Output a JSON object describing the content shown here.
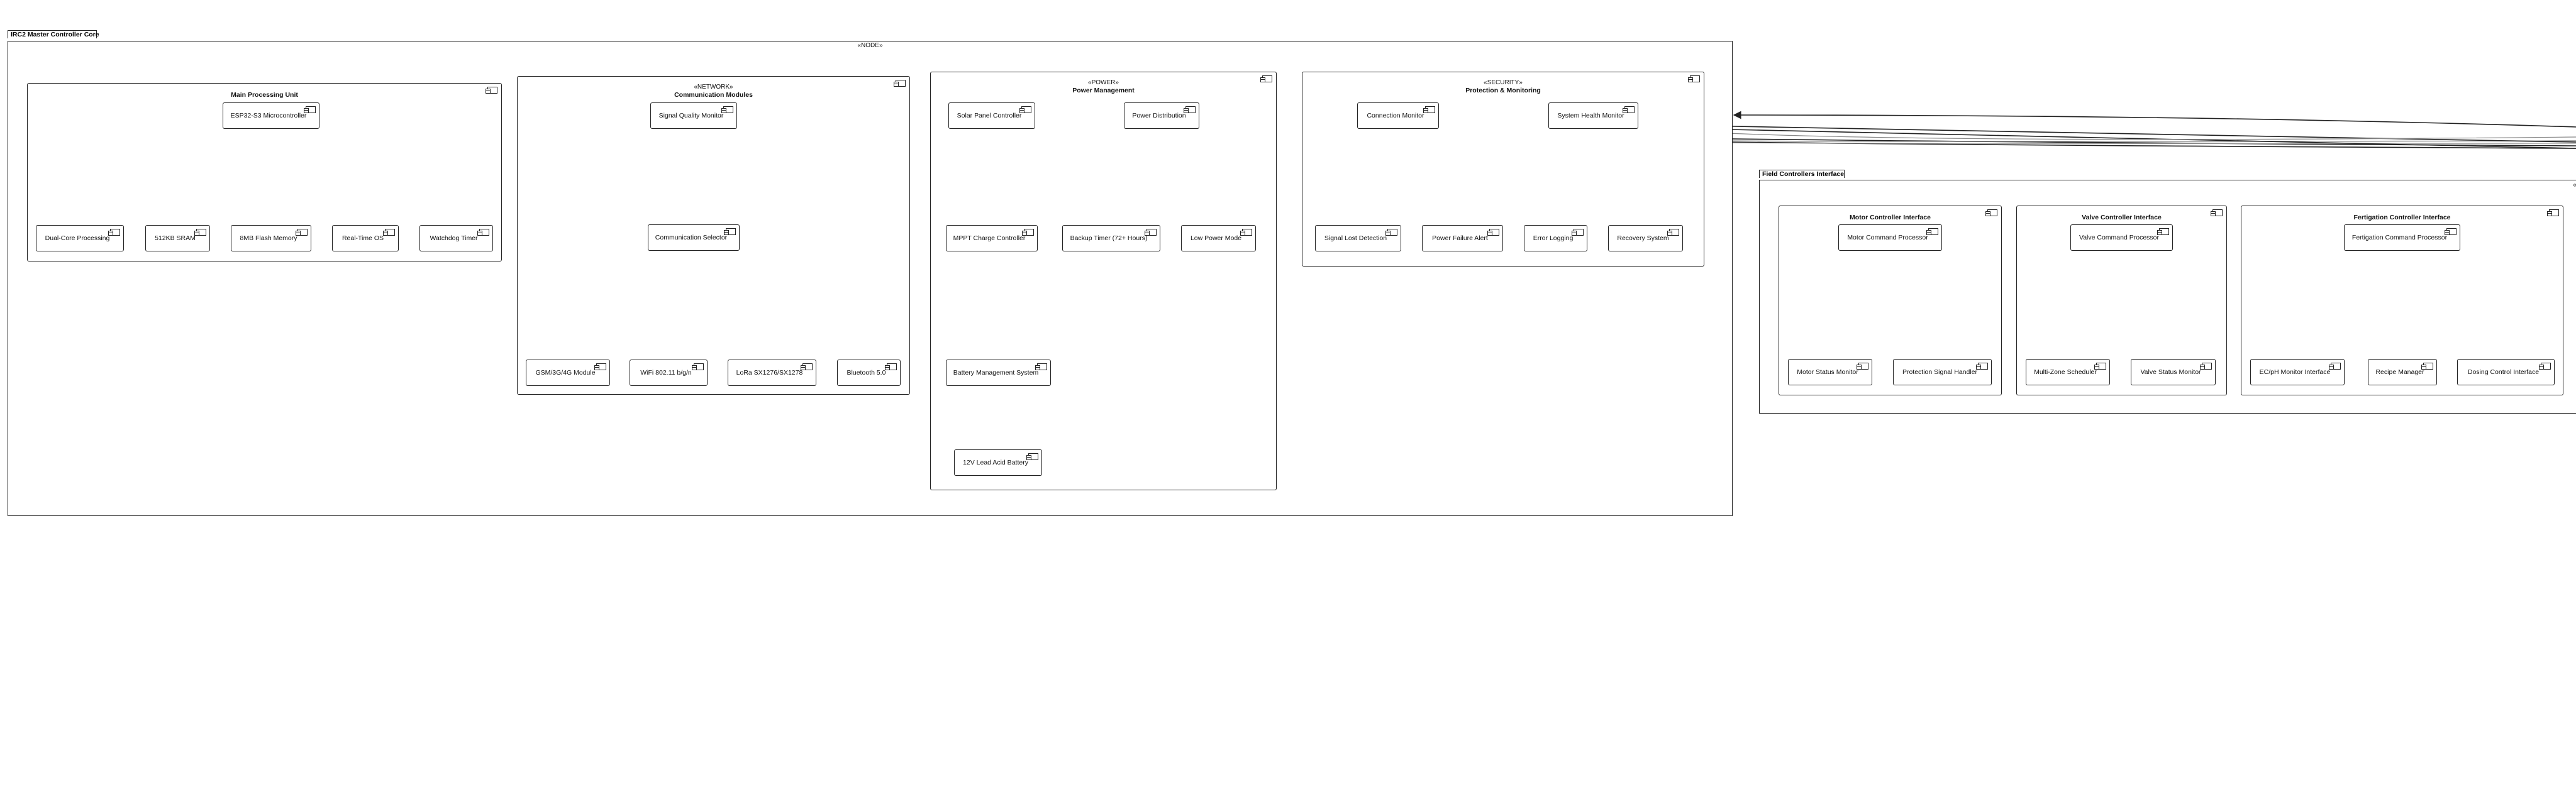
{
  "packages": [
    {
      "id": "core",
      "title": "IRC2 Master Controller Core",
      "stereotype": "«NODE»"
    },
    {
      "id": "field",
      "title": "Field Controllers Interface",
      "stereotype": "«FIELD»"
    }
  ],
  "groups": [
    {
      "id": "mpu",
      "stereotype": "",
      "title": "Main Processing Unit"
    },
    {
      "id": "comm",
      "stereotype": "«NETWORK»",
      "title": "Communication Modules"
    },
    {
      "id": "power",
      "stereotype": "«POWER»",
      "title": "Power Management"
    },
    {
      "id": "prot",
      "stereotype": "«SECURITY»",
      "title": "Protection & Monitoring"
    },
    {
      "id": "motor",
      "stereotype": "",
      "title": "Motor Controller Interface"
    },
    {
      "id": "valve",
      "stereotype": "",
      "title": "Valve Controller Interface"
    },
    {
      "id": "fert",
      "stereotype": "",
      "title": "Fertigation Controller Interface"
    }
  ],
  "nodes": [
    {
      "id": "esp32",
      "label": "ESP32-S3 Microcontroller"
    },
    {
      "id": "dualcore",
      "label": "Dual-Core Processing"
    },
    {
      "id": "sram",
      "label": "512KB SRAM"
    },
    {
      "id": "flash",
      "label": "8MB Flash Memory"
    },
    {
      "id": "rtos",
      "label": "Real-Time OS"
    },
    {
      "id": "watchdog",
      "label": "Watchdog Timer"
    },
    {
      "id": "sigq",
      "label": "Signal Quality Monitor"
    },
    {
      "id": "commsel",
      "label": "Communication Selector"
    },
    {
      "id": "gsm",
      "label": "GSM/3G/4G Module"
    },
    {
      "id": "wifi",
      "label": "WiFi 802.11 b/g/n"
    },
    {
      "id": "lora",
      "label": "LoRa SX1276/SX1278"
    },
    {
      "id": "bt",
      "label": "Bluetooth 5.0"
    },
    {
      "id": "solar",
      "label": "Solar Panel Controller"
    },
    {
      "id": "pdist",
      "label": "Power Distribution"
    },
    {
      "id": "mppt",
      "label": "MPPT Charge Controller"
    },
    {
      "id": "backup",
      "label": "Backup Timer (72+ Hours)"
    },
    {
      "id": "lowpwr",
      "label": "Low Power Mode"
    },
    {
      "id": "bms",
      "label": "Battery Management System"
    },
    {
      "id": "battery",
      "label": "12V Lead Acid Battery"
    },
    {
      "id": "connmon",
      "label": "Connection Monitor"
    },
    {
      "id": "syshealth",
      "label": "System Health Monitor"
    },
    {
      "id": "siglost",
      "label": "Signal Lost Detection"
    },
    {
      "id": "pfail",
      "label": "Power Failure Alert"
    },
    {
      "id": "errlog",
      "label": "Error Logging"
    },
    {
      "id": "recovery",
      "label": "Recovery System"
    },
    {
      "id": "motorcmd",
      "label": "Motor Command Processor"
    },
    {
      "id": "motorstat",
      "label": "Motor Status Monitor"
    },
    {
      "id": "protsig",
      "label": "Protection Signal Handler"
    },
    {
      "id": "valvecmd",
      "label": "Valve Command Processor"
    },
    {
      "id": "multizone",
      "label": "Multi-Zone Scheduler"
    },
    {
      "id": "valvestat",
      "label": "Valve Status Monitor"
    },
    {
      "id": "fertcmd",
      "label": "Fertigation Command Processor"
    },
    {
      "id": "ecph",
      "label": "EC/pH Monitor Interface"
    },
    {
      "id": "recipe",
      "label": "Recipe Manager"
    },
    {
      "id": "dosing",
      "label": "Dosing Control Interface"
    }
  ],
  "edges": [
    [
      "esp32",
      "dualcore"
    ],
    [
      "esp32",
      "sram"
    ],
    [
      "esp32",
      "flash"
    ],
    [
      "esp32",
      "rtos"
    ],
    [
      "esp32",
      "watchdog"
    ],
    [
      "sigq",
      "commsel"
    ],
    [
      "commsel",
      "gsm"
    ],
    [
      "commsel",
      "wifi"
    ],
    [
      "commsel",
      "lora"
    ],
    [
      "commsel",
      "bt"
    ],
    [
      "solar",
      "mppt"
    ],
    [
      "mppt",
      "bms"
    ],
    [
      "bms",
      "battery"
    ],
    [
      "pdist",
      "backup"
    ],
    [
      "pdist",
      "lowpwr"
    ],
    [
      "connmon",
      "siglost"
    ],
    [
      "connmon",
      "pfail"
    ],
    [
      "syshealth",
      "errlog"
    ],
    [
      "syshealth",
      "recovery"
    ],
    [
      "motorcmd",
      "motorstat"
    ],
    [
      "motorcmd",
      "protsig"
    ],
    [
      "valvecmd",
      "multizone"
    ],
    [
      "valvecmd",
      "valvestat"
    ],
    [
      "fertcmd",
      "ecph"
    ],
    [
      "fertcmd",
      "recipe"
    ],
    [
      "fertcmd",
      "dosing"
    ]
  ]
}
